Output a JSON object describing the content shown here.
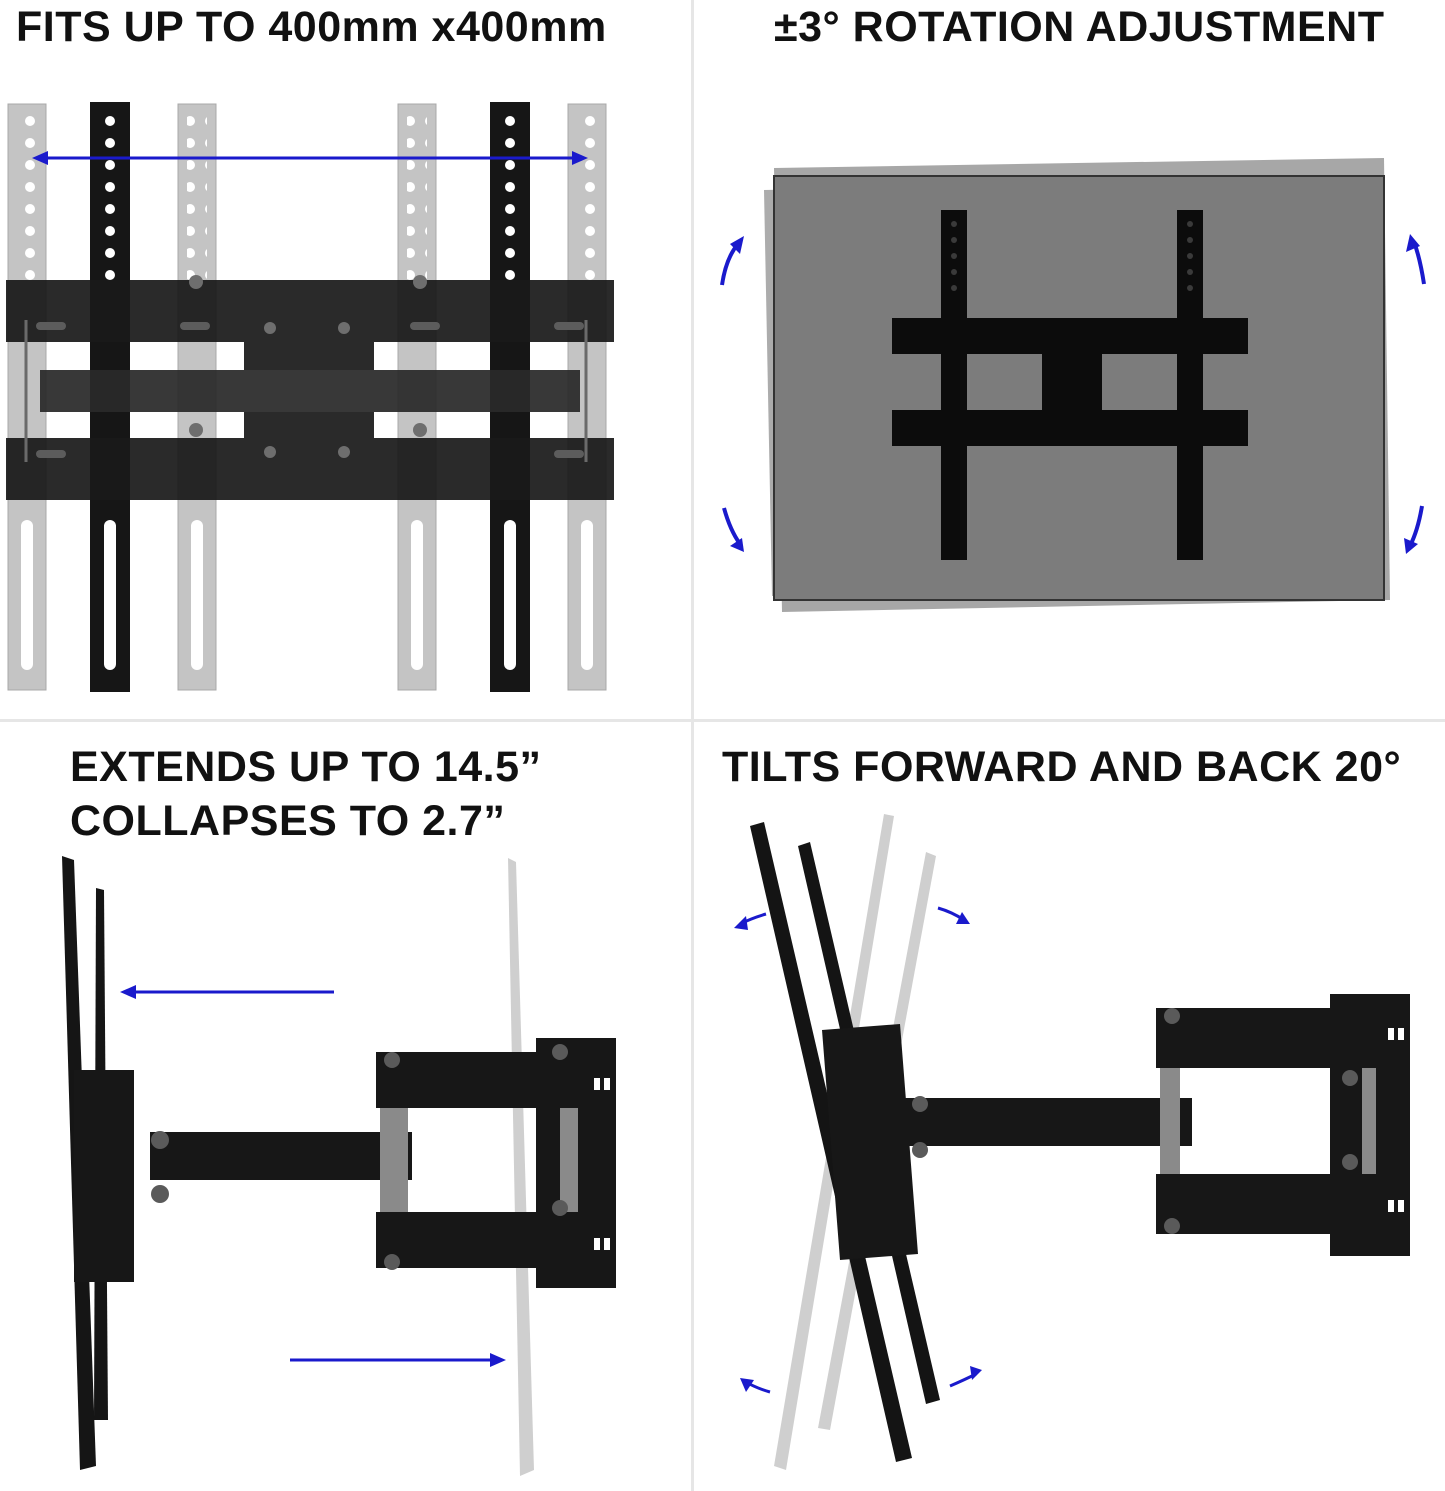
{
  "panels": [
    {
      "heading": "FITS UP TO 400mm x400mm"
    },
    {
      "heading": "±3° ROTATION ADJUSTMENT"
    },
    {
      "heading_line1": "EXTENDS UP TO 14.5”",
      "heading_line2": "COLLAPSES TO 2.7”"
    },
    {
      "heading": "TILTS FORWARD AND BACK 20°"
    }
  ],
  "colors": {
    "arrow": "#1a1acc",
    "mount": "#111111",
    "ghost": "#bdbdbd",
    "screen": "#7a7a7a",
    "divider": "#e6e6e6"
  },
  "icons": [
    "double-arrow-icon",
    "rotate-arrow-icon",
    "slide-arrow-icon",
    "tilt-arrow-icon"
  ]
}
